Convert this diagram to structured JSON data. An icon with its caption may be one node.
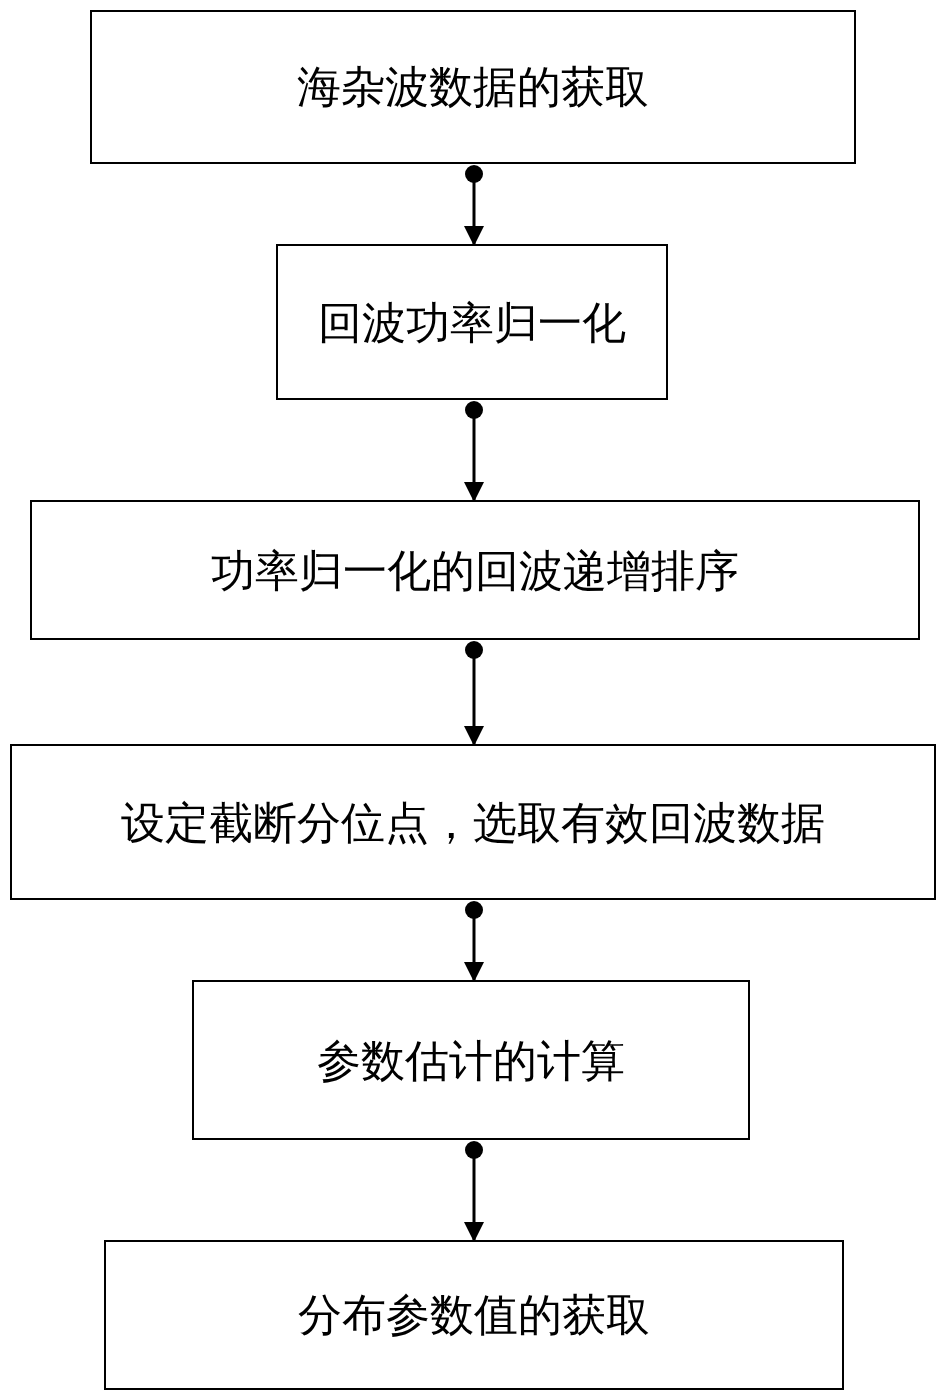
{
  "diagram": {
    "nodes": [
      {
        "text": [
          "海杂波数据的获取"
        ]
      },
      {
        "text": [
          "回波功率归一化"
        ]
      },
      {
        "text": [
          "功率归一化的回波递增排序"
        ]
      },
      {
        "text": [
          "设定截断分位点，选取有效回波数据"
        ]
      },
      {
        "text": [
          "参数估计的计算"
        ]
      },
      {
        "text": [
          "分布参数值的获取"
        ]
      }
    ],
    "edges": [
      {
        "from": 0,
        "to": 1,
        "arrow": "to"
      },
      {
        "from": 1,
        "to": 2,
        "arrow": "to"
      },
      {
        "from": 2,
        "to": 3,
        "arrow": "to"
      },
      {
        "from": 3,
        "to": 4,
        "arrow": "to"
      },
      {
        "from": 4,
        "to": 5,
        "arrow": "to"
      }
    ]
  }
}
